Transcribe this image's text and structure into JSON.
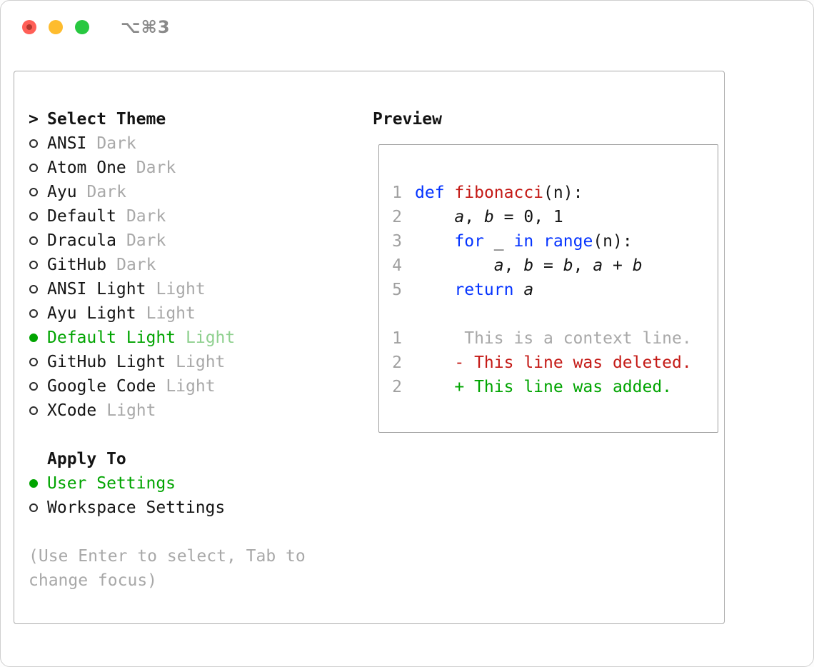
{
  "window": {
    "shortcut_label": "⌥⌘3",
    "traffic_lights": [
      "close",
      "minimize",
      "zoom"
    ]
  },
  "theme_selector": {
    "prompt": ">",
    "title": "Select Theme",
    "items": [
      {
        "name": "ANSI",
        "variant": "Dark",
        "selected": false
      },
      {
        "name": "Atom One",
        "variant": "Dark",
        "selected": false
      },
      {
        "name": "Ayu",
        "variant": "Dark",
        "selected": false
      },
      {
        "name": "Default",
        "variant": "Dark",
        "selected": false
      },
      {
        "name": "Dracula",
        "variant": "Dark",
        "selected": false
      },
      {
        "name": "GitHub",
        "variant": "Dark",
        "selected": false
      },
      {
        "name": "ANSI Light",
        "variant": "Light",
        "selected": false
      },
      {
        "name": "Ayu Light",
        "variant": "Light",
        "selected": false
      },
      {
        "name": "Default Light",
        "variant": "Light",
        "selected": true
      },
      {
        "name": "GitHub Light",
        "variant": "Light",
        "selected": false
      },
      {
        "name": "Google Code",
        "variant": "Light",
        "selected": false
      },
      {
        "name": "XCode",
        "variant": "Light",
        "selected": false
      }
    ]
  },
  "apply_to": {
    "title": "Apply To",
    "options": [
      {
        "label": "User Settings",
        "selected": true
      },
      {
        "label": "Workspace Settings",
        "selected": false
      }
    ]
  },
  "help_lines": [
    "(Use Enter to select, Tab to",
    "change focus)"
  ],
  "preview": {
    "title": "Preview",
    "code": [
      {
        "num": "1",
        "tokens": [
          [
            "def",
            "kw"
          ],
          [
            " ",
            "pl"
          ],
          [
            "fibonacci",
            "fn"
          ],
          [
            "(n):",
            "pl"
          ]
        ]
      },
      {
        "num": "2",
        "tokens": [
          [
            "    ",
            "pl"
          ],
          [
            "a",
            "it"
          ],
          [
            ", ",
            "pl"
          ],
          [
            "b",
            "it"
          ],
          [
            " = 0, 1",
            "pl"
          ]
        ]
      },
      {
        "num": "3",
        "tokens": [
          [
            "    ",
            "pl"
          ],
          [
            "for",
            "kw"
          ],
          [
            " ",
            "pl"
          ],
          [
            "_",
            "it"
          ],
          [
            " ",
            "pl"
          ],
          [
            "in",
            "kw"
          ],
          [
            " ",
            "pl"
          ],
          [
            "range",
            "kw"
          ],
          [
            "(n):",
            "pl"
          ]
        ]
      },
      {
        "num": "4",
        "tokens": [
          [
            "        ",
            "pl"
          ],
          [
            "a",
            "it"
          ],
          [
            ", ",
            "pl"
          ],
          [
            "b",
            "it"
          ],
          [
            " = ",
            "pl"
          ],
          [
            "b",
            "it"
          ],
          [
            ", ",
            "pl"
          ],
          [
            "a",
            "it"
          ],
          [
            " + ",
            "pl"
          ],
          [
            "b",
            "it"
          ]
        ]
      },
      {
        "num": "5",
        "tokens": [
          [
            "    ",
            "pl"
          ],
          [
            "return",
            "kw"
          ],
          [
            " ",
            "pl"
          ],
          [
            "a",
            "it"
          ]
        ]
      }
    ],
    "diff": [
      {
        "num": "1",
        "sign": "",
        "text": "This is a context line.",
        "type": "context"
      },
      {
        "num": "2",
        "sign": "-",
        "text": "This line was deleted.",
        "type": "deleted"
      },
      {
        "num": "2",
        "sign": "+",
        "text": "This line was added.",
        "type": "added"
      }
    ]
  },
  "colors": {
    "accent_green": "#00a400",
    "selected_variant_green": "#8fd08f",
    "keyword_blue": "#0433ff",
    "function_red": "#c41a16",
    "deleted_red": "#c41a16",
    "added_green": "#00a400",
    "muted_gray": "#a8a8a8",
    "line_number_gray": "#a0a0a0"
  }
}
